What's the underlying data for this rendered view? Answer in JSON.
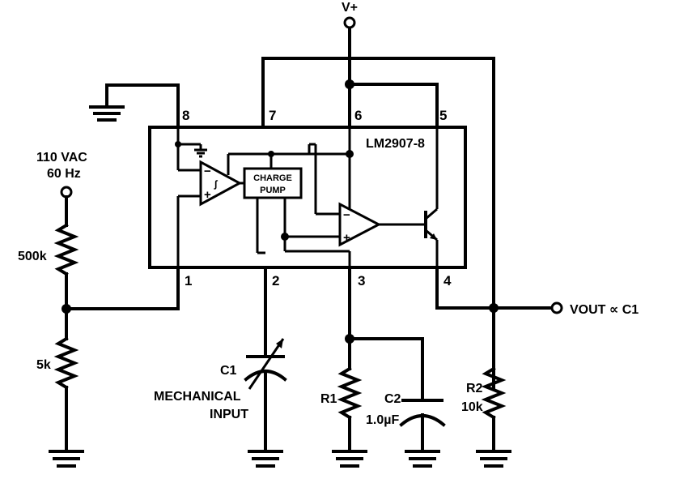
{
  "supply_label": "V+",
  "ic_label": "LM2907-8",
  "charge_pump_line1": "CHARGE",
  "charge_pump_line2": "PUMP",
  "pins": [
    "8",
    "7",
    "6",
    "5",
    "1",
    "2",
    "3",
    "4"
  ],
  "source": {
    "voltage": "110 VAC",
    "frequency": "60 Hz"
  },
  "resistors": {
    "upper_divider": "500k",
    "lower_divider": "5k",
    "r1": "R1",
    "r2": "R2",
    "r2_value": "10k"
  },
  "c1": {
    "name": "C1",
    "note_line1": "MECHANICAL",
    "note_line2": "INPUT"
  },
  "c2": {
    "name": "C2",
    "value": "1.0µF"
  },
  "output": "VOUT ∝ C1"
}
